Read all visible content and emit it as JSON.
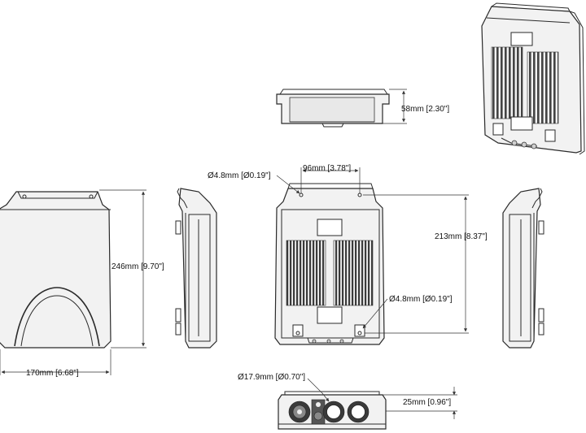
{
  "dimensions": {
    "depth": "58mm [2.30\"]",
    "hole_top": "Ø4.8mm [Ø0.19\"]",
    "hole_spacing": "96mm [3.78\"]",
    "hole_height": "213mm [8.37\"]",
    "height": "246mm [9.70\"]",
    "hole_bottom": "Ø4.8mm [Ø0.19\"]",
    "width": "170mm [6.68\"]",
    "connector_dia": "Ø17.9mm [Ø0.70\"]",
    "bottom_depth": "25mm [0.96\"]"
  }
}
